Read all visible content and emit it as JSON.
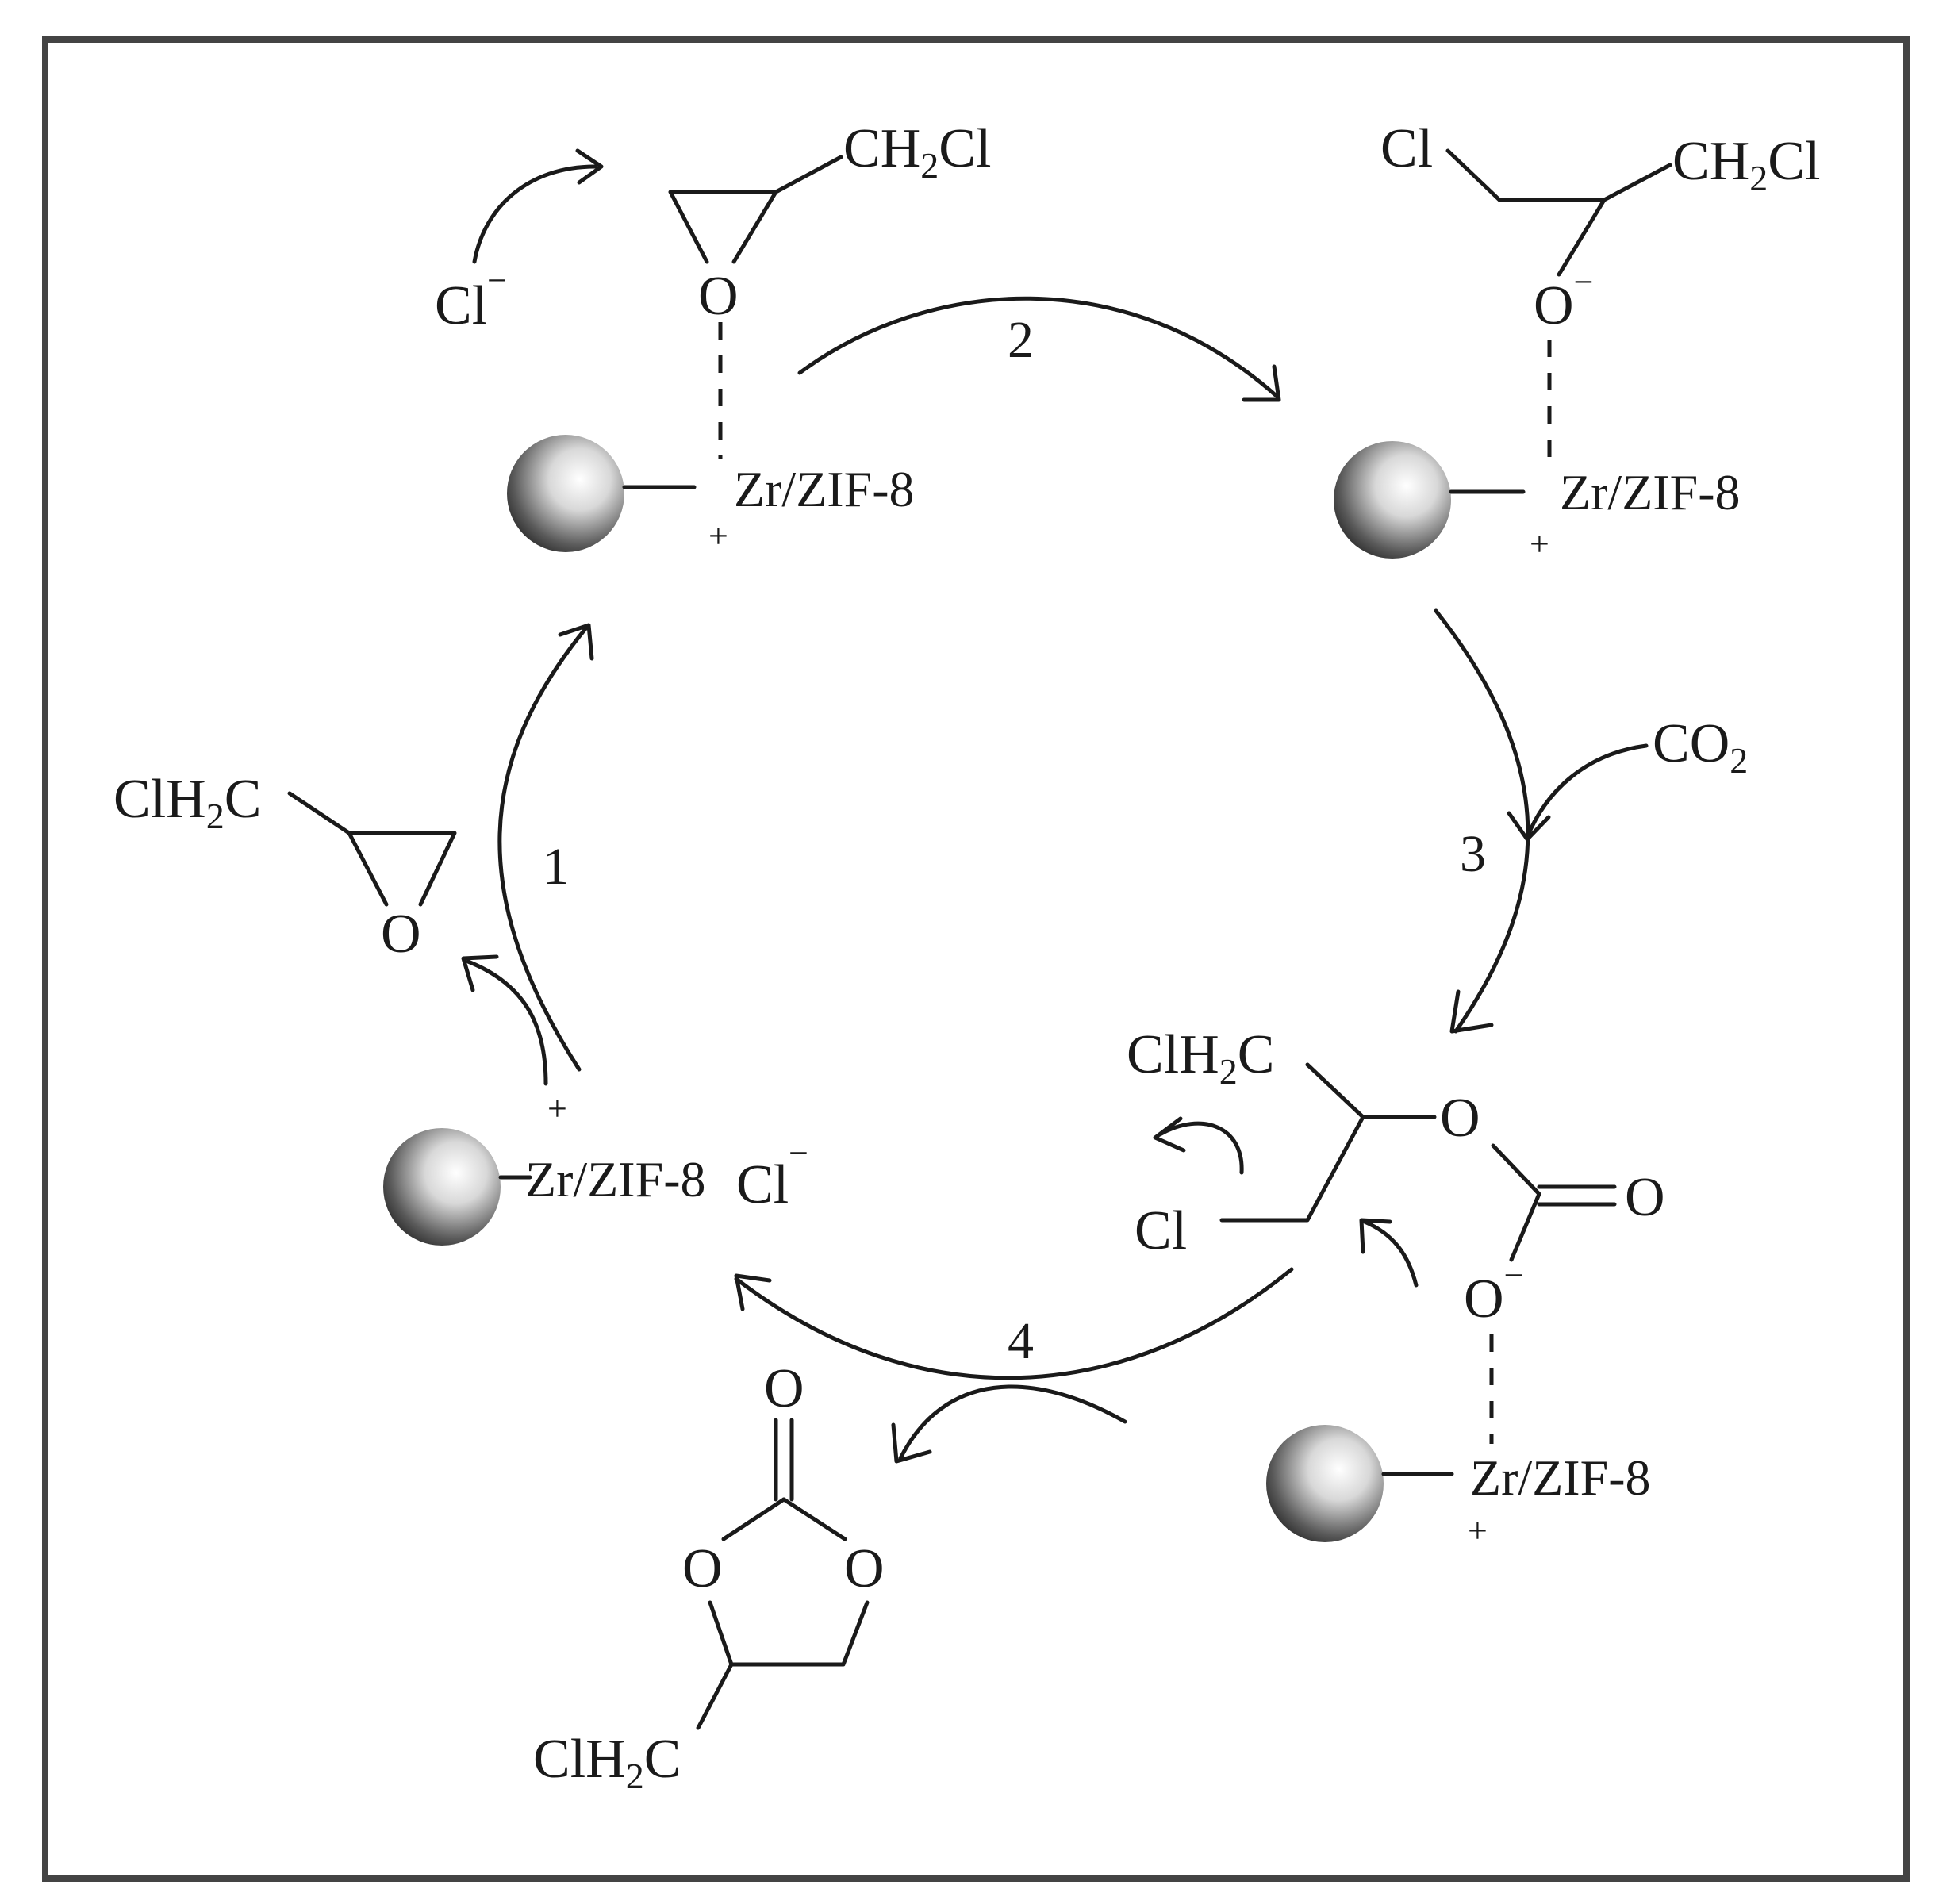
{
  "figure": {
    "support_label": "Zr/ZIF-8",
    "plus_sign": "+",
    "minus_sign": "−",
    "steps": [
      "1",
      "2",
      "3",
      "4"
    ],
    "reagents": {
      "co2": {
        "main": "CO",
        "sub": "2"
      },
      "chloride_anion": "Cl",
      "chloride_free": "Cl"
    },
    "species": {
      "epichlorohydrin_free": {
        "group": {
          "a": "ClH",
          "sub": "2",
          "b": "C"
        },
        "ring_o": "O"
      },
      "epoxide_bound": {
        "group": {
          "a": "CH",
          "sub": "2",
          "b": "Cl"
        },
        "ring_o": "O"
      },
      "alkoxide": {
        "cl": "Cl",
        "group": {
          "a": "CH",
          "sub": "2",
          "b": "Cl"
        },
        "o": "O"
      },
      "carbonate_intermediate": {
        "group": {
          "a": "ClH",
          "sub": "2",
          "b": "C"
        },
        "o1": "O",
        "o2": "O",
        "o3": "O",
        "cl": "Cl"
      },
      "cyclic_carbonate": {
        "o_top": "O",
        "o_left": "O",
        "o_right": "O",
        "group": {
          "a": "ClH",
          "sub": "2",
          "b": "C"
        }
      }
    },
    "colors": {
      "frame": "#444444",
      "ink": "#1a1a1a",
      "sphere_light": "#ffffff",
      "sphere_dark": "#1c1c1c"
    }
  }
}
